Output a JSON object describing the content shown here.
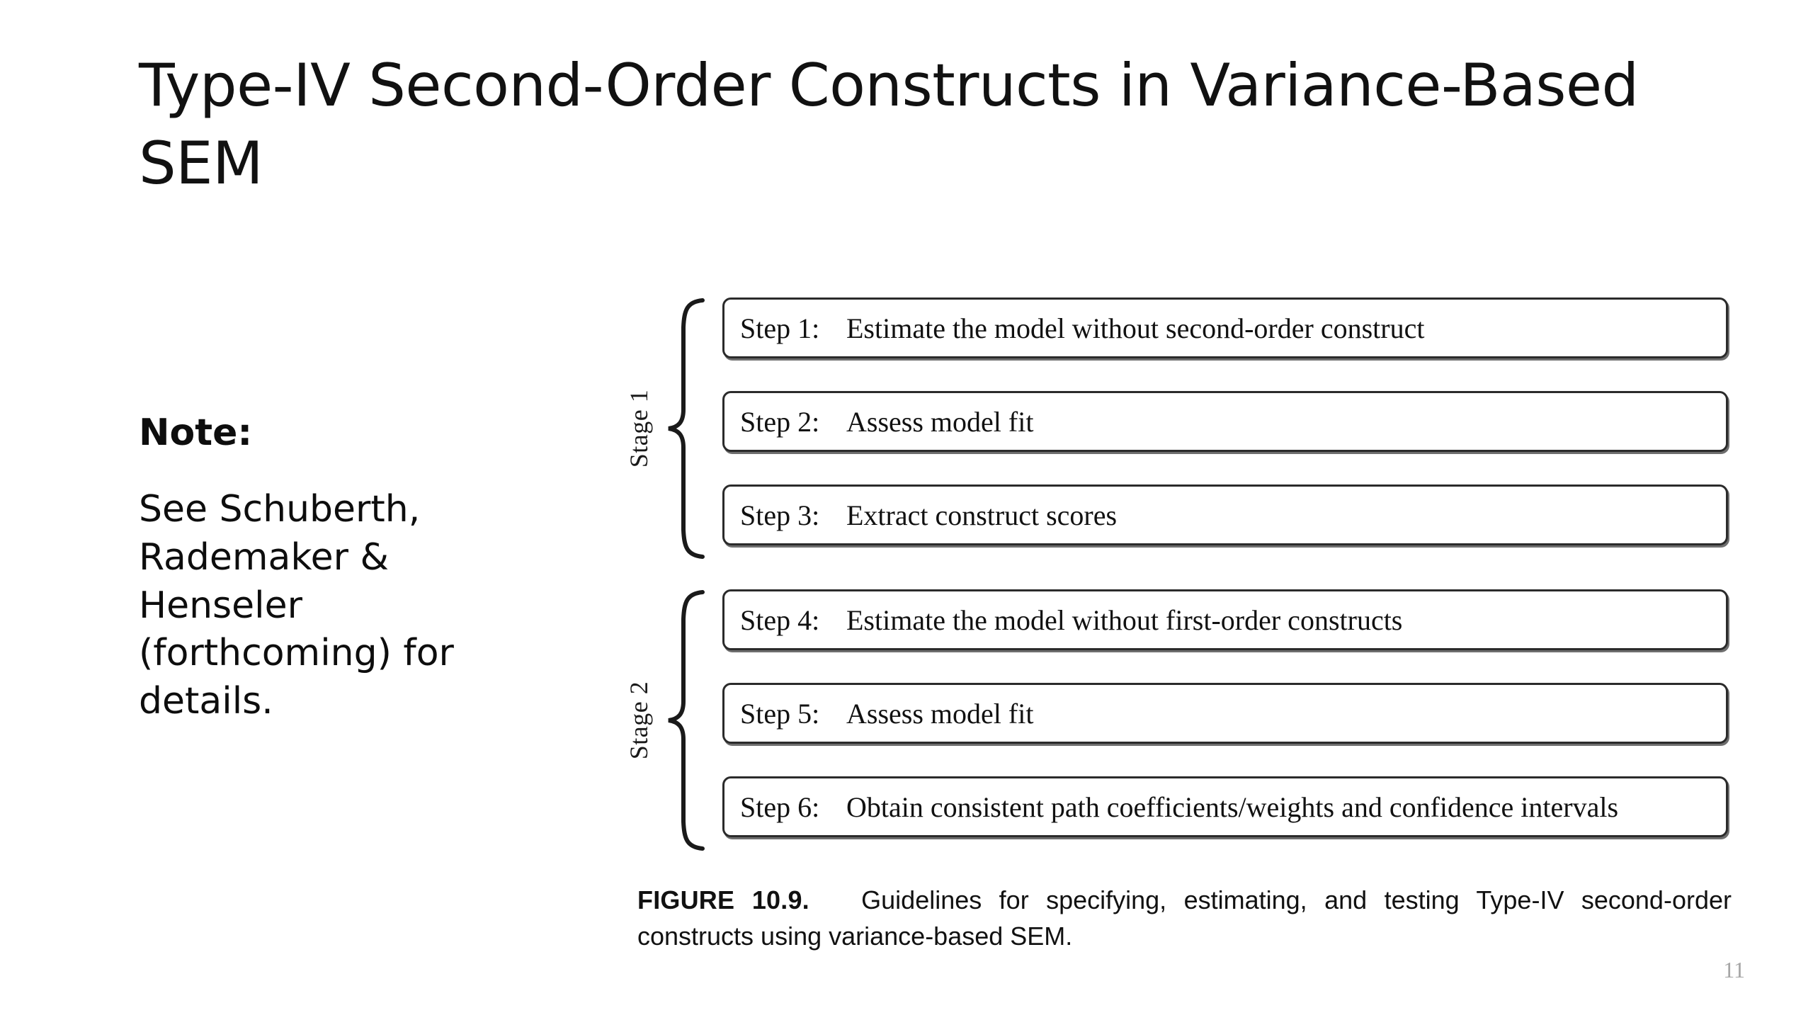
{
  "slide": {
    "title": "Type-IV Second-Order Constructs in Variance-Based SEM",
    "page_number": "11",
    "background_color": "#ffffff",
    "text_color": "#111111",
    "page_number_color": "#a6a6a6"
  },
  "note": {
    "heading": "Note:",
    "body": "See Schuberth, Rademaker & Henseler (forthcoming) for details."
  },
  "figure": {
    "caption_label": "FIGURE 10.9.",
    "caption_body": "Guidelines for specifying, estimating, and testing Type-IV second-order constructs using variance-based SEM.",
    "stages": [
      {
        "label": "Stage 1",
        "steps": [
          {
            "number": "Step 1:",
            "text": "Estimate the model without second-order construct"
          },
          {
            "number": "Step 2:",
            "text": "Assess model fit"
          },
          {
            "number": "Step 3:",
            "text": "Extract construct scores"
          }
        ]
      },
      {
        "label": "Stage 2",
        "steps": [
          {
            "number": "Step 4:",
            "text": "Estimate the model without first-order constructs"
          },
          {
            "number": "Step 5:",
            "text": "Assess model fit"
          },
          {
            "number": "Step 6:",
            "text": "Obtain consistent path coefficients/weights and confidence intervals"
          }
        ]
      }
    ]
  }
}
